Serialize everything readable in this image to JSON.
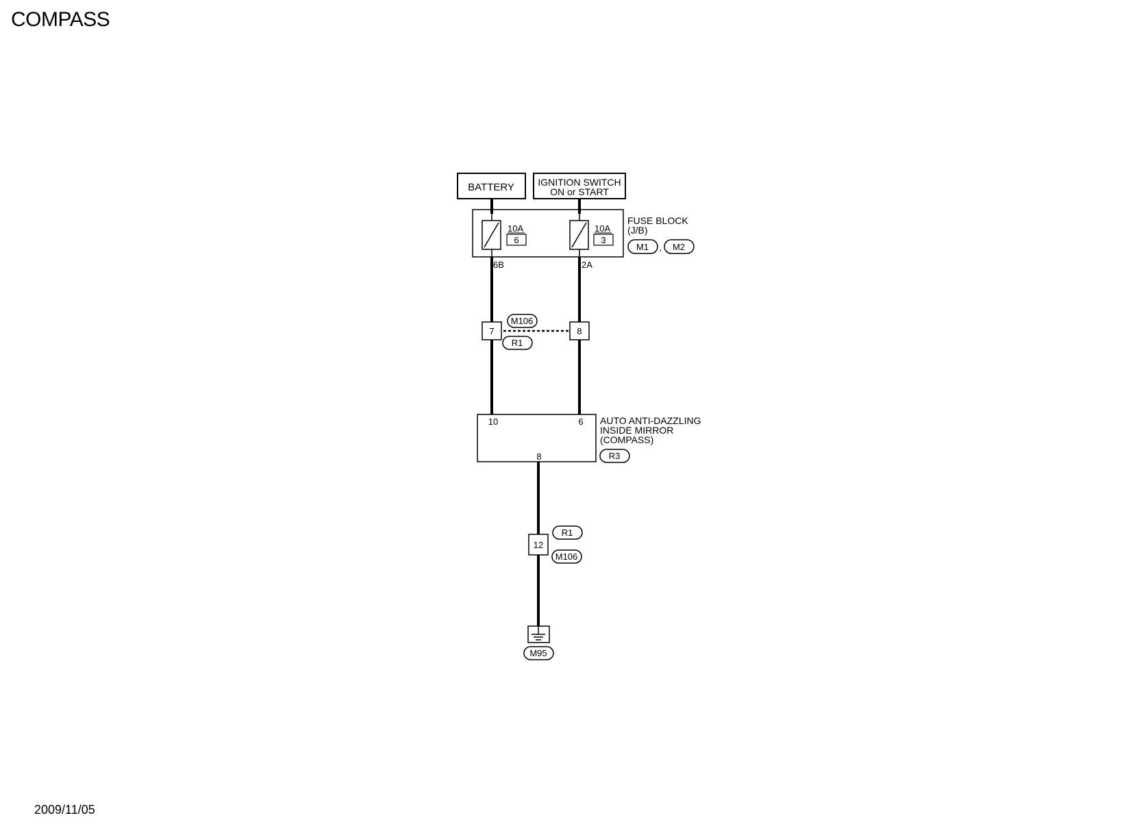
{
  "page": {
    "title": "COMPASS",
    "date": "2009/11/05"
  },
  "battery": {
    "label": "BATTERY"
  },
  "ignition": {
    "line1": "IGNITION SWITCH",
    "line2": "ON or START"
  },
  "fuse_block": {
    "line1": "FUSE BLOCK",
    "line2": "(J/B)",
    "connector_a": "M1",
    "separator": ",",
    "connector_b": "M2",
    "fuse_left": {
      "rating": "10A",
      "number": "6",
      "terminal": "6B"
    },
    "fuse_right": {
      "rating": "10A",
      "number": "3",
      "terminal": "2A"
    }
  },
  "junction_1": {
    "left_pin": "7",
    "right_pin": "8",
    "connector_top": "M106",
    "connector_bottom": "R1"
  },
  "mirror": {
    "line1": "AUTO ANTI-DAZZLING",
    "line2": "INSIDE MIRROR",
    "line3": "(COMPASS)",
    "connector": "R3",
    "pin_left": "10",
    "pin_right": "6",
    "pin_bottom": "8"
  },
  "junction_2": {
    "pin": "12",
    "connector_top": "R1",
    "connector_bottom": "M106"
  },
  "ground": {
    "connector": "M95"
  },
  "colors": {
    "line": "#000000",
    "background": "#ffffff"
  }
}
